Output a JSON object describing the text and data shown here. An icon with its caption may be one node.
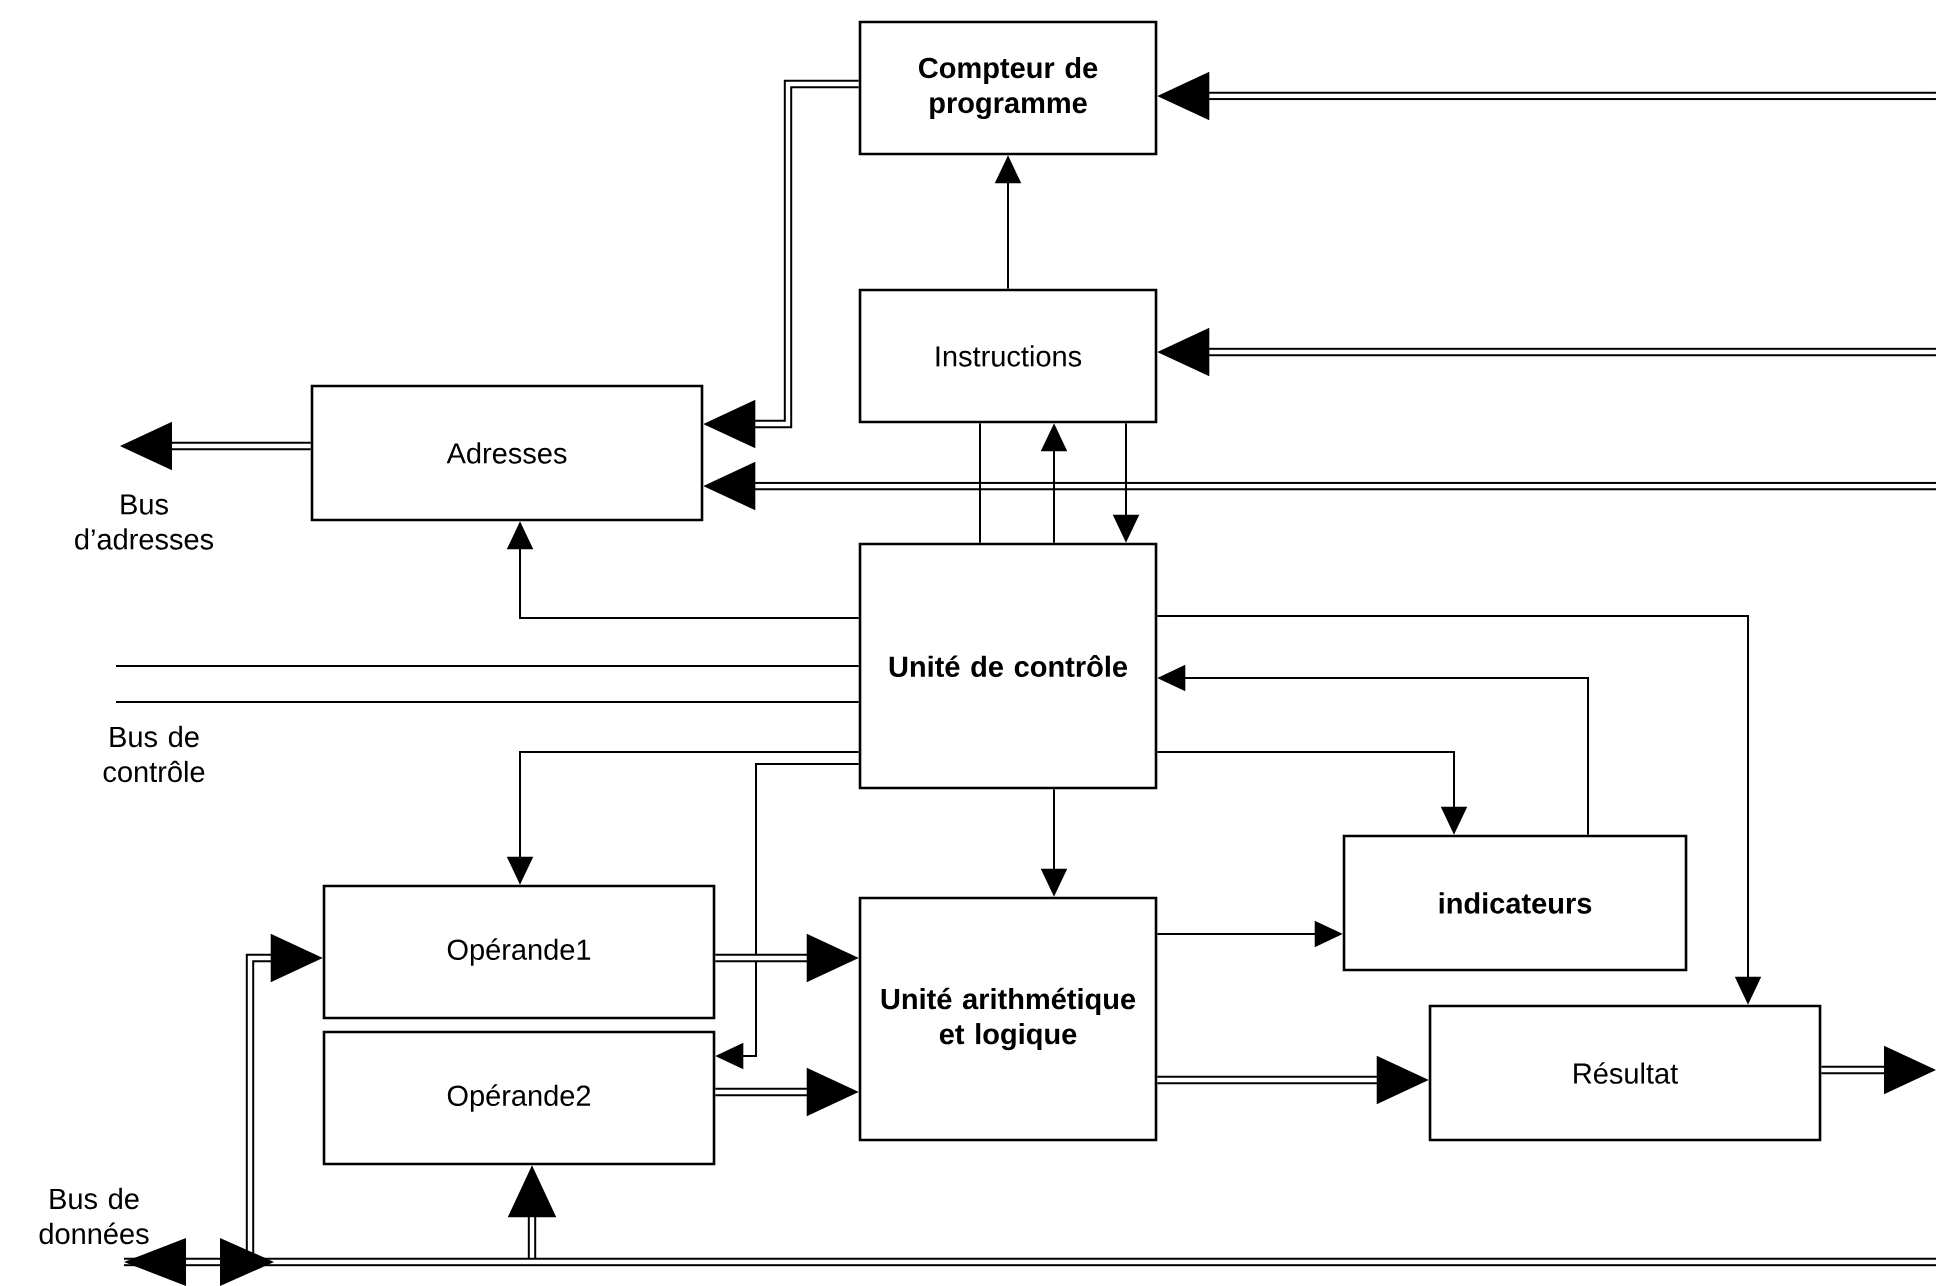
{
  "diagram": {
    "nodes": [
      {
        "text": [
          "**Compteur de programme**"
        ]
      },
      {
        "text": [
          "Instructions"
        ]
      },
      {
        "text": [
          "Adresses"
        ]
      },
      {
        "text": [
          "**Unité de contrôle**"
        ]
      },
      {
        "text": [
          "**indicateurs**"
        ]
      },
      {
        "text": [
          "Opérande1"
        ]
      },
      {
        "text": [
          "**Unité arithmétique et logique**"
        ]
      },
      {
        "text": [
          "Opérande2"
        ]
      },
      {
        "text": [
          "Résultat"
        ]
      }
    ],
    "edges": [
      {
        "from": 1,
        "to": 0,
        "arrow": "to"
      },
      {
        "from": 0,
        "to": 2,
        "arrow": "to",
        "style": "thick"
      },
      {
        "from": null,
        "to": 0,
        "arrow": "to",
        "style": "thick"
      },
      {
        "from": null,
        "to": 1,
        "arrow": "to",
        "style": "thick"
      },
      {
        "from": null,
        "to": 2,
        "arrow": "to",
        "style": "thick"
      },
      {
        "from": 2,
        "to": null,
        "arrow": "to",
        "style": "thick"
      },
      {
        "from": 3,
        "to": 2,
        "arrow": "to"
      },
      {
        "from": 1,
        "to": 3,
        "arrow": "none"
      },
      {
        "from": 3,
        "to": 1,
        "arrow": "to"
      },
      {
        "from": 1,
        "to": 3,
        "arrow": "to"
      },
      {
        "from": null,
        "to": 3,
        "arrow": "none"
      },
      {
        "from": null,
        "to": 3,
        "arrow": "none"
      },
      {
        "from": 3,
        "to": 5,
        "arrow": "to"
      },
      {
        "from": 3,
        "to": 7,
        "arrow": "to"
      },
      {
        "from": 3,
        "to": 6,
        "arrow": "to"
      },
      {
        "from": 3,
        "to": 4,
        "arrow": "to"
      },
      {
        "from": 4,
        "to": 3,
        "arrow": "to"
      },
      {
        "from": 3,
        "to": 8,
        "arrow": "to"
      },
      {
        "from": 6,
        "to": 4,
        "arrow": "to"
      },
      {
        "from": 5,
        "to": 6,
        "arrow": "to",
        "style": "thick"
      },
      {
        "from": 7,
        "to": 6,
        "arrow": "to",
        "style": "thick"
      },
      {
        "from": 6,
        "to": 8,
        "arrow": "to",
        "style": "thick"
      },
      {
        "from": 8,
        "to": null,
        "arrow": "to",
        "style": "thick"
      },
      {
        "from": null,
        "to": 5,
        "arrow": "to",
        "style": "thick"
      },
      {
        "from": null,
        "to": 7,
        "arrow": "to",
        "style": "thick"
      }
    ],
    "labels": [
      "Bus d’adresses",
      "Bus de contrôle",
      "Bus de données"
    ]
  }
}
